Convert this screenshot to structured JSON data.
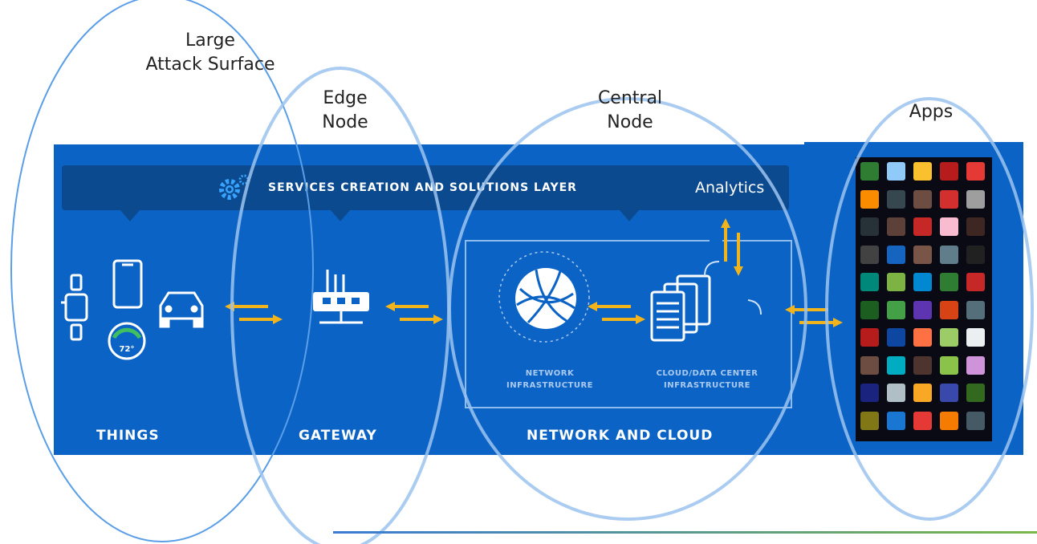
{
  "captions": {
    "attack_surface": "Large\nAttack Surface",
    "edge_node": "Edge\nNode",
    "central_node": "Central\nNode",
    "apps": "Apps"
  },
  "banner": {
    "title": "SERVICES CREATION AND SOLUTIONS LAYER",
    "analytics": "Analytics"
  },
  "sections": {
    "things": "THINGS",
    "gateway": "GATEWAY",
    "network_and_cloud": "NETWORK AND CLOUD"
  },
  "infra": {
    "network": "NETWORK\nINFRASTRUCTURE",
    "cloud": "CLOUD/DATA CENTER\nINFRASTRUCTURE"
  },
  "thermostat_reading": "72°",
  "colors": {
    "panel": "#0b63c5",
    "banner": "#0b4a8f",
    "arrow": "#f2b41c",
    "ellipse": "#7fb3ec"
  },
  "app_tile_colors": [
    "#2e7d32",
    "#90caf9",
    "#fbc02d",
    "#b71c1c",
    "#e53935",
    "#fb8c00",
    "#37474f",
    "#6d4c41",
    "#d32f2f",
    "#9e9e9e",
    "#263238",
    "#5d4037",
    "#c62828",
    "#f8bbd0",
    "#3e2723",
    "#424242",
    "#1565c0",
    "#795548",
    "#607d8b",
    "#212121",
    "#00897b",
    "#7cb342",
    "#0288d1",
    "#2e7d32",
    "#c62828",
    "#1b5e20",
    "#43a047",
    "#5e35b1",
    "#d84315",
    "#546e7a",
    "#b71c1c",
    "#0d47a1",
    "#ff7043",
    "#9ccc65",
    "#eceff1",
    "#6d4c41",
    "#00acc1",
    "#4e342e",
    "#8bc34a",
    "#ce93d8",
    "#1a237e",
    "#b0bec5",
    "#f9a825",
    "#3949ab",
    "#33691e",
    "#827717",
    "#1976d2",
    "#e53935",
    "#f57c00",
    "#455a64"
  ]
}
